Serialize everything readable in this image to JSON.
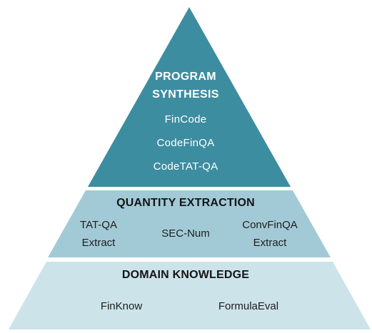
{
  "pyramid": {
    "top": {
      "title_line1": "PROGRAM",
      "title_line2": "SYNTHESIS",
      "items": [
        "FinCode",
        "CodeFinQA",
        "CodeTAT-QA"
      ]
    },
    "middle": {
      "title": "QUANTITY EXTRACTION",
      "item1_line1": "TAT-QA",
      "item1_line2": "Extract",
      "item2": "SEC-Num",
      "item3_line1": "ConvFinQA",
      "item3_line2": "Extract"
    },
    "bottom": {
      "title": "DOMAIN KNOWLEDGE",
      "items": [
        "FinKnow",
        "FormulaEval"
      ]
    }
  },
  "colors": {
    "top_tier": "#3d8da1",
    "middle_tier": "#a2cad6",
    "bottom_tier": "#cce3ea"
  }
}
